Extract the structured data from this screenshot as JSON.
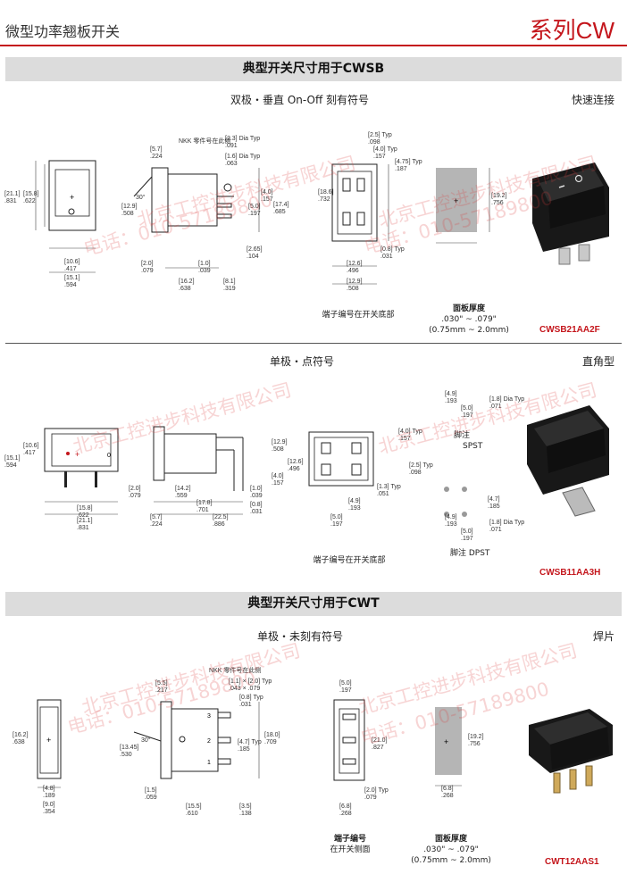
{
  "header": {
    "title_cn": "微型功率翘板开关",
    "series": "系列CW"
  },
  "sections": [
    {
      "band": "典型开关尺寸用于CWSB",
      "subtitle": "双极・垂直 On-Off 刻有符号",
      "right_label": "快速连接",
      "terminal_note": "端子编号在开关底部",
      "panel_label": "面板厚度",
      "panel_inch": ".030\" ~ .079\"",
      "panel_mm": "(0.75mm ~ 2.0mm)",
      "part": "CWSB21AA2F"
    },
    {
      "subtitle": "单极・点符号",
      "right_label": "直角型",
      "terminal_note": "端子编号在开关底部",
      "spst_label": "脚注",
      "spst": "SPST",
      "dpst_label": "脚注 DPST",
      "part": "CWSB11AA3H"
    },
    {
      "band": "典型开关尺寸用于CWT",
      "subtitle": "单极・未刻有符号",
      "right_label": "焊片",
      "terminal_note_1": "端子编号",
      "terminal_note_2": "在开关侧面",
      "panel_label": "面板厚度",
      "panel_inch": ".030\" ~ .079\"",
      "panel_mm": "(0.75mm ~ 2.0mm)",
      "part": "CWT12AAS1"
    }
  ],
  "watermark": {
    "company": "北京工控进步科技有限公司",
    "phone": "电话：010-57189800"
  },
  "dims": {
    "s1_a": "[21.1]\n.831",
    "s1_b": "[15.8]\n.622",
    "s1_c": "[10.6]\n.417",
    "s1_d": "[15.1]\n.594",
    "s1_e": "[5.7]\n.224",
    "s1_f": "[12.9]\n.508",
    "s1_g": "30°",
    "s1_h": "NKK 零件号在此侧",
    "s1_i": "[2.3] Dia Typ\n.091",
    "s1_j": "[1.6] Dia Typ\n.063",
    "s1_k": "[4.0]\n.157",
    "s1_l": "[5.0]\n.197",
    "s1_m": "[17.4]\n.685",
    "s1_n": "[2.65]\n.104",
    "s1_o": "[2.0]\n.079",
    "s1_p": "[16.2]\n.638",
    "s1_q": "[1.0]\n.039",
    "s1_r": "[8.1]\n.319",
    "s1_s": "[2.5] Typ\n.098",
    "s1_t": "[4.0] Typ\n.157",
    "s1_u": "[4.75] Typ\n.187",
    "s1_v": "[18.6]\n.732",
    "s1_w": "[0.8] Typ\n.031",
    "s1_x": "[12.6]\n.496",
    "s1_y": "[12.9]\n.508",
    "s1_z": "[19.2]\n.756",
    "s2_a": "[10.6]\n.417",
    "s2_b": "[15.1]\n.594",
    "s2_c": "[15.8]\n.622",
    "s2_d": "[21.1]\n.831",
    "s2_e": "[2.0]\n.079",
    "s2_f": "[14.2]\n.559",
    "s2_g": "[17.8]\n.701",
    "s2_h": "[22.5]\n.886",
    "s2_i": "[5.7]\n.224",
    "s2_j": "[1.0]\n.039",
    "s2_k": "[0.8]\n.031",
    "s2_l": "[12.9]\n.508",
    "s2_m": "[12.6]\n.496",
    "s2_n": "[4.0]\n.157",
    "s2_o": "[4.0] Typ\n.157",
    "s2_p": "[2.5] Typ\n.098",
    "s2_q": "[1.3] Typ\n.051",
    "s2_r": "[4.9]\n.193",
    "s2_s": "[5.0]\n.197",
    "s2_t": "[4.9]\n.193",
    "s2_u": "[1.8] Dia Typ\n.071",
    "s2_v": "[5.0]\n.197",
    "s2_w": "[4.7]\n.185",
    "s2_x": "[4.9]\n.193",
    "s2_y": "[1.8] Dia Typ\n.071",
    "s2_z": "[5.0]\n.197",
    "s3_a": "[16.2]\n.638",
    "s3_b": "[4.8]\n.189",
    "s3_c": "[9.0]\n.354",
    "s3_d": "[5.5]\n.217",
    "s3_e": "NKK 零件号在此侧",
    "s3_f": "[1.1] × [2.0] Typ\n.043 × .079",
    "s3_g": "[0.8] Typ\n.031",
    "s3_h": "[13.45]\n.530",
    "s3_i": "30°",
    "s3_j": "[4.7] Typ\n.185",
    "s3_k": "[18.0]\n.709",
    "s3_l": "[1.5]\n.059",
    "s3_m": "[15.5]\n.610",
    "s3_n": "[3.5]\n.138",
    "s3_o": "[5.0]\n.197",
    "s3_p": "[21.0]\n.827",
    "s3_q": "[2.0] Typ\n.079",
    "s3_r": "[6.8]\n.268",
    "s3_s": "[19.2]\n.756",
    "s3_t": "[6.8]\n.268"
  }
}
